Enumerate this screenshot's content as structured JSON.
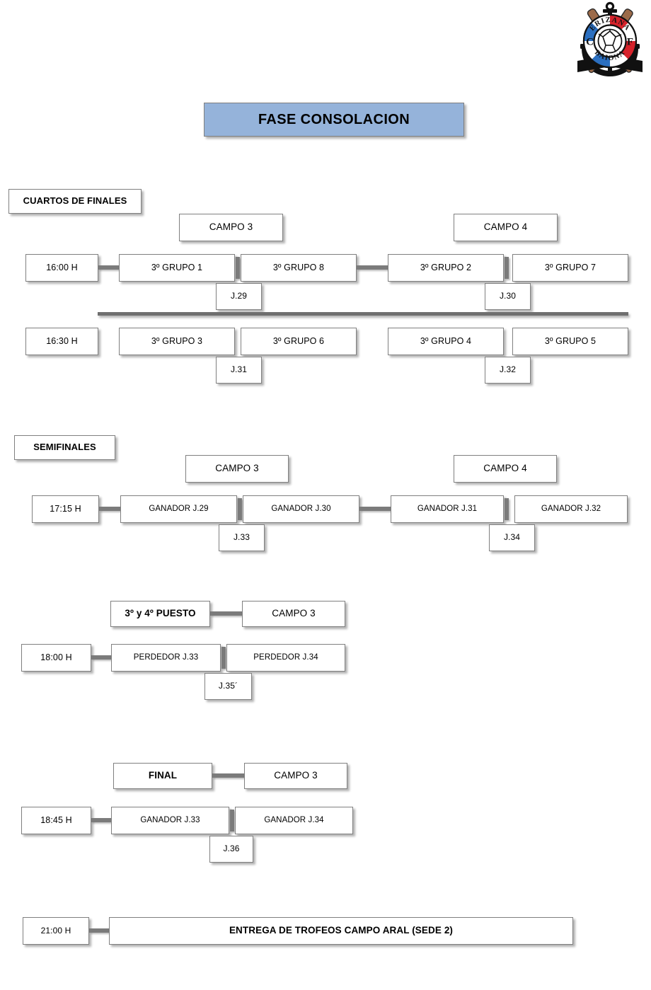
{
  "document": {
    "title": "FASE CONSOLACION",
    "banner_color": "#95b3da"
  },
  "crest": {
    "name": "club-erizana-baiona-crest",
    "top_text": "ERIZANA",
    "bottom_text": "BAIONA",
    "left_letter": "C",
    "right_letter": "F",
    "colors": {
      "red": "#d6232b",
      "blue": "#2b6fc0",
      "anchor": "#111111",
      "oar": "#9c6b4a"
    }
  },
  "sections": {
    "quarterfinals": {
      "label": "CUARTOS DE FINALES",
      "fields": [
        {
          "label": "CAMPO 3"
        },
        {
          "label": "CAMPO 4"
        }
      ],
      "matches": [
        {
          "time": "16:00 H",
          "pairs": [
            {
              "home": "3º GRUPO 1",
              "away": "3º GRUPO 8",
              "code": "J.29"
            },
            {
              "home": "3º GRUPO 2",
              "away": "3º GRUPO 7",
              "code": "J.30"
            }
          ]
        },
        {
          "time": "16:30 H",
          "pairs": [
            {
              "home": "3º GRUPO 3",
              "away": "3º GRUPO 6",
              "code": "J.31"
            },
            {
              "home": "3º GRUPO 4",
              "away": "3º GRUPO 5",
              "code": "J.32"
            }
          ]
        }
      ]
    },
    "semifinals": {
      "label": "SEMIFINALES",
      "fields": [
        {
          "label": "CAMPO 3"
        },
        {
          "label": "CAMPO 4"
        }
      ],
      "matches": [
        {
          "time": "17:15 H",
          "pairs": [
            {
              "home": "GANADOR J.29",
              "away": "GANADOR J.30",
              "code": "J.33"
            },
            {
              "home": "GANADOR J.31",
              "away": "GANADOR J.32",
              "code": "J.34"
            }
          ]
        }
      ]
    },
    "third_place": {
      "label": "3º y 4º PUESTO",
      "field": "CAMPO 3",
      "time": "18:00 H",
      "home": "PERDEDOR J.33",
      "away": "PERDEDOR J.34",
      "code": "J.35´"
    },
    "final": {
      "label": "FINAL",
      "field": "CAMPO 3",
      "time": "18:45 H",
      "home": "GANADOR J.33",
      "away": "GANADOR J.34",
      "code": "J.36"
    },
    "ceremony": {
      "time": "21:00 H",
      "label": "ENTREGA DE TROFEOS CAMPO ARAL (SEDE 2)"
    }
  }
}
